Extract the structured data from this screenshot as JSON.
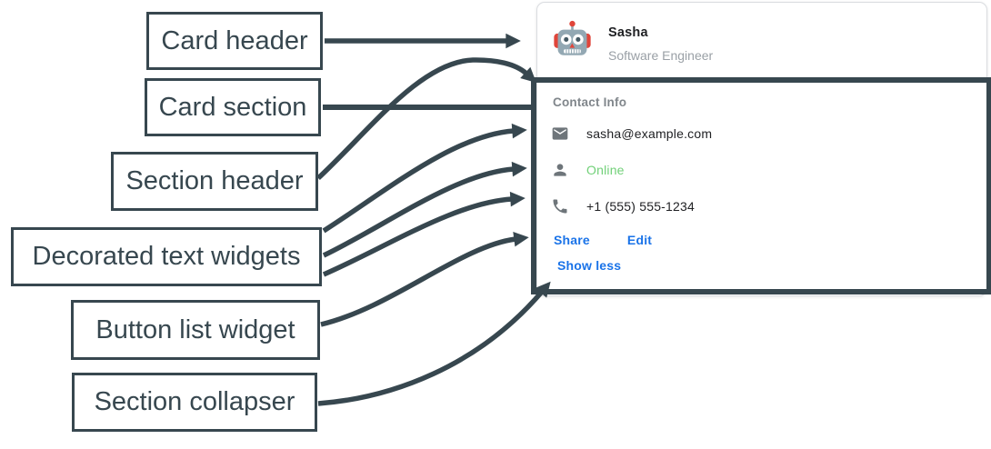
{
  "colors": {
    "annotation_dark": "#37474F",
    "link_blue": "#1A73E8",
    "online_green": "#71D078",
    "icon_gray": "#6E757A",
    "secondary_text_gray": "#9AA0A6",
    "section_title_gray": "#80868B",
    "body_text": "#202124",
    "card_border": "#DADCE0",
    "avatar_red": "#E0453A",
    "avatar_gray": "#93A8B3"
  },
  "annotations": {
    "card_header": "Card header",
    "card_section": "Card section",
    "section_header": "Section header",
    "decorated_text_widgets": "Decorated text widgets",
    "button_list_widget": "Button list widget",
    "section_collapser": "Section collapser"
  },
  "card": {
    "header": {
      "avatar": "robot-avatar",
      "name": "Sasha",
      "title": "Software Engineer"
    },
    "section": {
      "title": "Contact Info",
      "rows": [
        {
          "icon": "email-icon",
          "text": "sasha@example.com"
        },
        {
          "icon": "person-icon",
          "text": "Online",
          "status_color": "#71D078"
        },
        {
          "icon": "phone-icon",
          "text": "+1 (555) 555-1234"
        }
      ],
      "buttons": [
        {
          "label": "Share"
        },
        {
          "label": "Edit"
        }
      ],
      "collapser_label": "Show less"
    }
  }
}
